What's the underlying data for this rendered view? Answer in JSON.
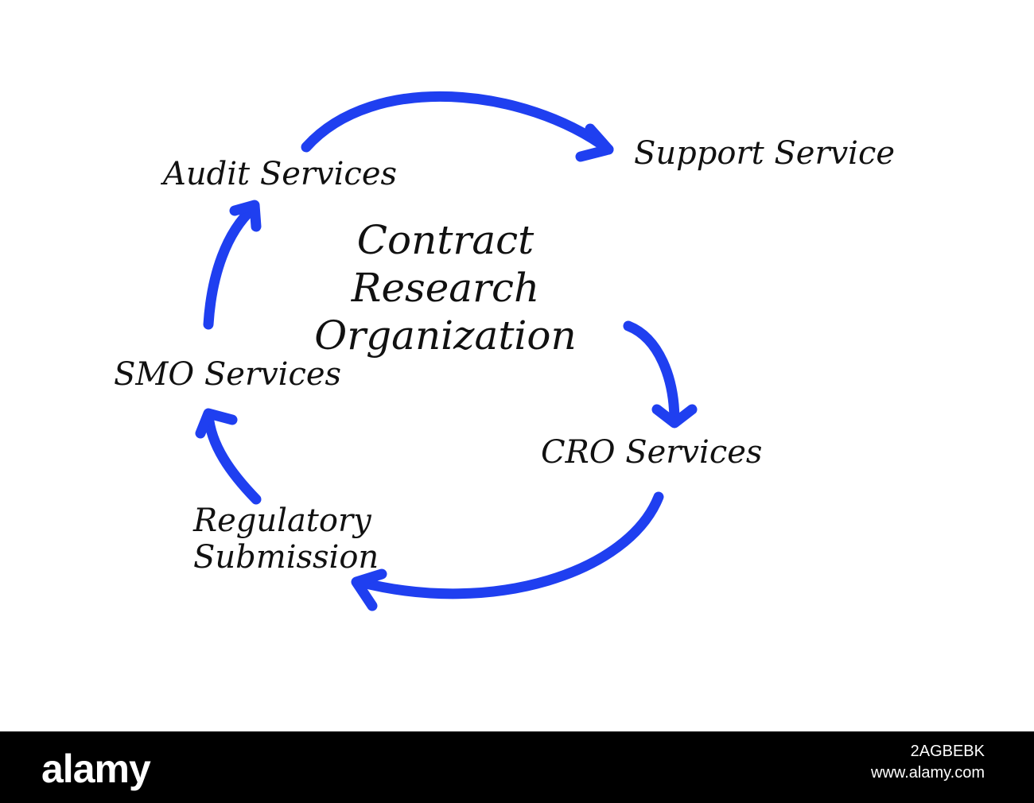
{
  "diagram": {
    "center": {
      "lines": [
        "Contract",
        "Research",
        "Organization"
      ]
    },
    "nodes": {
      "support_service": "Support Service",
      "audit_services": "Audit Services",
      "smo_services": "SMO Services",
      "cro_services": "CRO Services",
      "regulatory_submission": [
        "Regulatory",
        "Submission"
      ]
    },
    "arrow_color": "#1f3ff0"
  },
  "footer": {
    "brand": "alamy",
    "image_id": "2AGBEBK",
    "site": "www.alamy.com"
  }
}
